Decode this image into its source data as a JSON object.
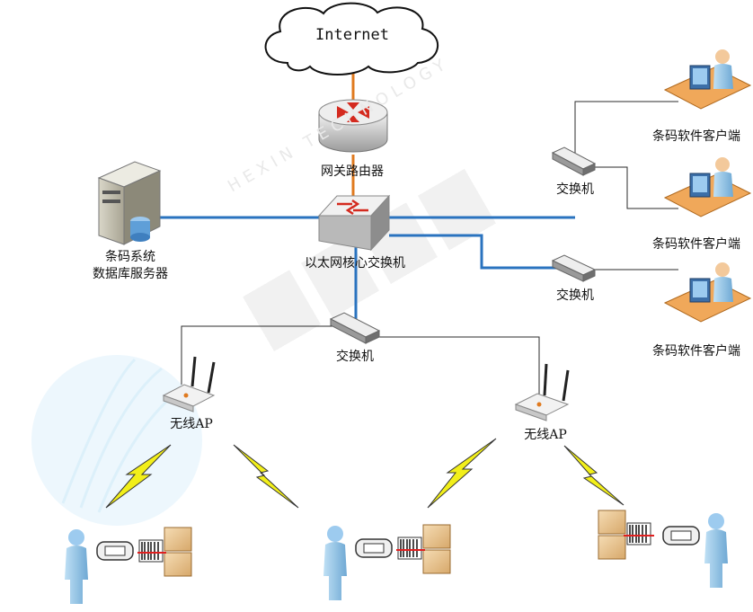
{
  "nodes": {
    "internet": "Internet",
    "router": "网关路由器",
    "core_switch": "以太网核心交换机",
    "db_server_line1": "条码系统",
    "db_server_line2": "数据库服务器",
    "switch_top_right": "交换机",
    "switch_mid_right": "交换机",
    "switch_bottom": "交换机",
    "client_1": "条码软件客户端",
    "client_2": "条码软件客户端",
    "client_3": "条码软件客户端",
    "ap_left": "无线AP",
    "ap_right": "无线AP"
  },
  "watermark": {
    "text": "HEXIN TECHNOLOGY"
  },
  "colors": {
    "ethernet_link": "#2a73bf",
    "internet_link": "#e07a1f",
    "thin_link": "#2b2b2b",
    "wireless_bolt": "#f2ef1a",
    "router_arrows": "#d42a1f",
    "watermark": "#e8e8e8"
  }
}
